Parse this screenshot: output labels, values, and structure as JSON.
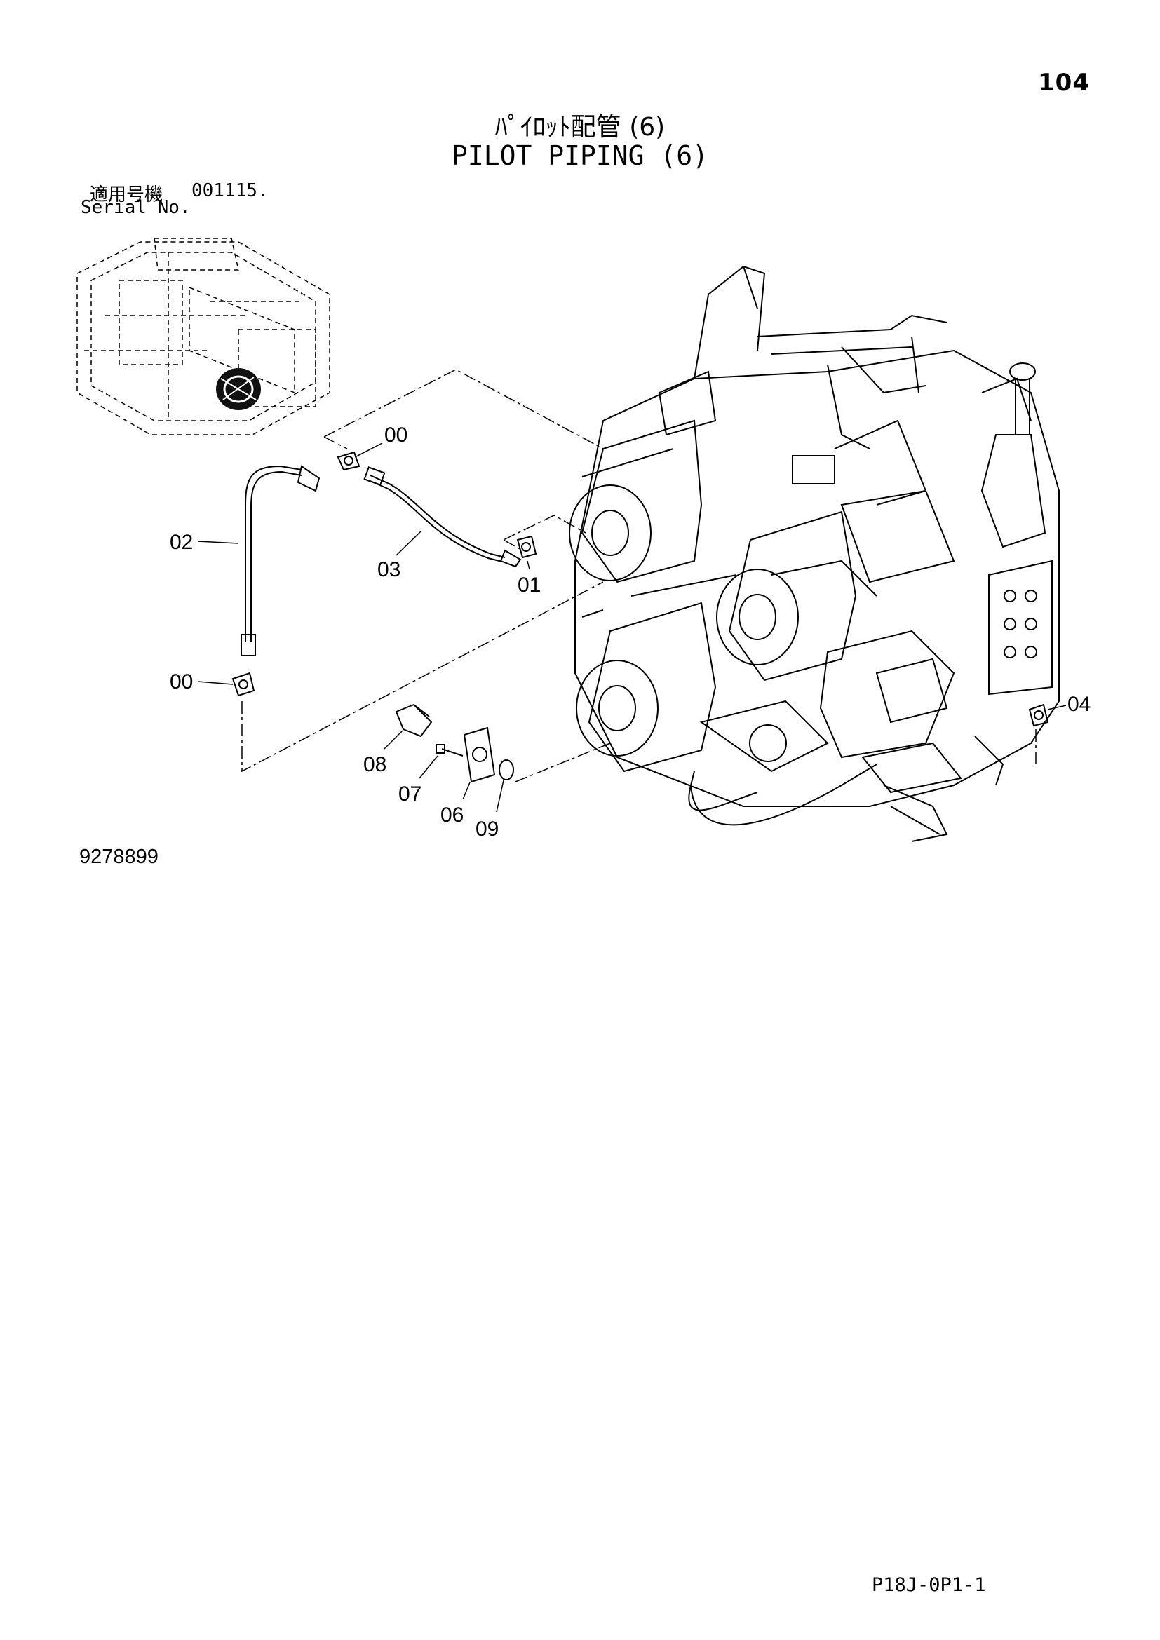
{
  "page": {
    "number": "104",
    "title_jp": "ﾊﾟｲﾛｯﾄ配管 (6)",
    "title_en": "PILOT PIPING (6)",
    "serial_label_jp": "適用号機",
    "serial_value": "001115.",
    "serial_label_en": "Serial No.",
    "drawing_number": "9278899",
    "page_code": "P18J-0P1-1"
  },
  "callouts": [
    {
      "id": "00-top",
      "label": "00"
    },
    {
      "id": "02",
      "label": "02"
    },
    {
      "id": "03",
      "label": "03"
    },
    {
      "id": "01",
      "label": "01"
    },
    {
      "id": "00-left",
      "label": "00"
    },
    {
      "id": "08",
      "label": "08"
    },
    {
      "id": "07",
      "label": "07"
    },
    {
      "id": "06",
      "label": "06"
    },
    {
      "id": "09",
      "label": "09"
    },
    {
      "id": "04",
      "label": "04"
    }
  ]
}
